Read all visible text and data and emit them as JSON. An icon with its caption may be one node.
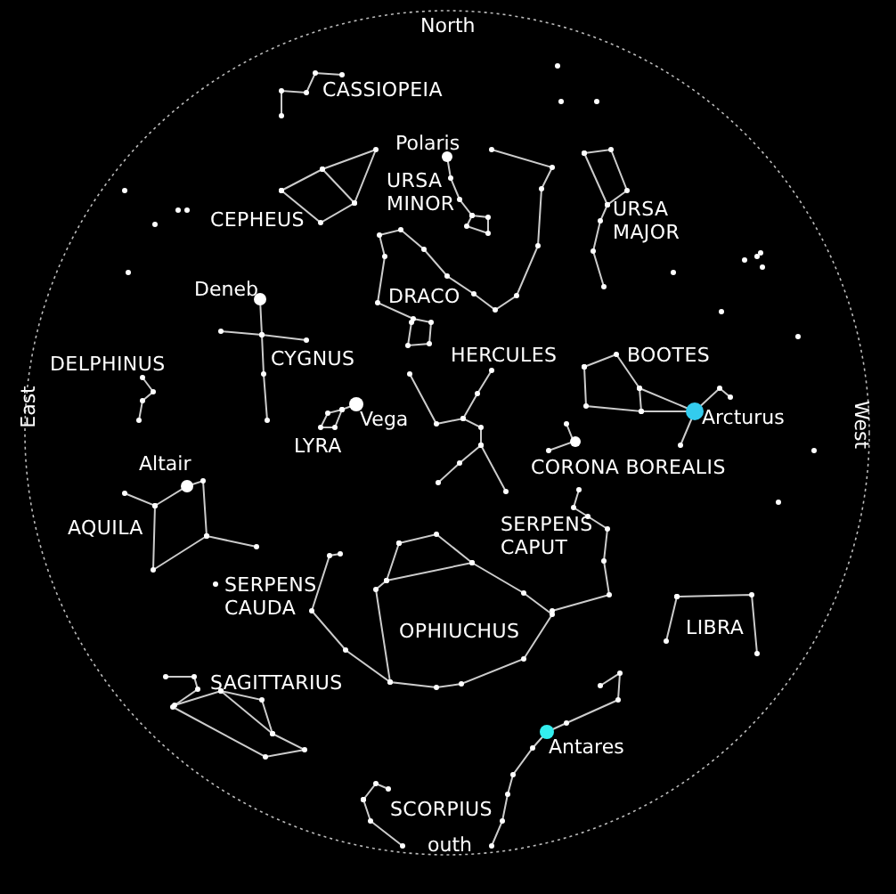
{
  "diagram": {
    "labels": [
      "North",
      "CASSIOPEIA",
      "Polaris",
      "URSA MINOR",
      "CEPHEUS",
      "URSA MAJOR",
      "Deneb",
      "DRACO",
      "DELPHINUS",
      "CYGNUS",
      "HERCULES",
      "BOOTES",
      "East",
      "Vega",
      "Arcturus",
      "West",
      "LYRA",
      "Altair",
      "CORONA BOREALIS",
      "SERPENS CAPUT",
      "AQUILA",
      "SERPENS CAUDA",
      "OPHIUCHUS",
      "LIBRA",
      "SAGITTARIUS",
      "Antares",
      "SCORPIUS",
      "outh"
    ]
  }
}
